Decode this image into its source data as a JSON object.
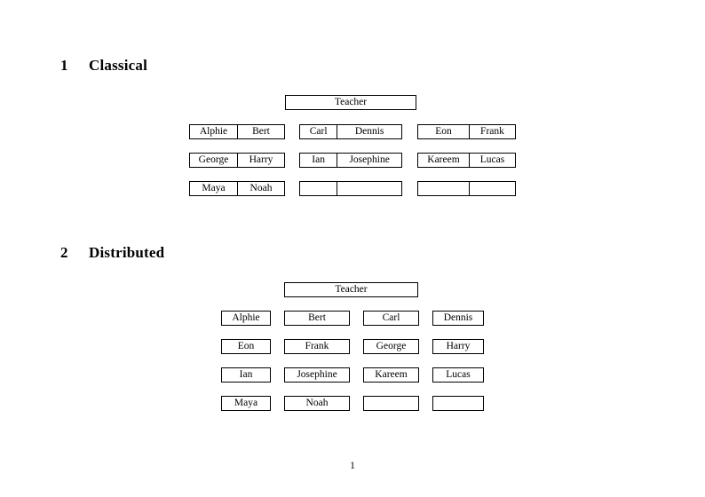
{
  "document": {
    "page_number": "1"
  },
  "sections": [
    {
      "number": "1",
      "title": "Classical",
      "root": {
        "label": "Teacher"
      },
      "groups": [
        {
          "rows": [
            {
              "cells": [
                "Alphie",
                "Bert"
              ]
            },
            {
              "cells": [
                "George",
                "Harry"
              ]
            },
            {
              "cells": [
                "Maya",
                "Noah"
              ]
            }
          ]
        },
        {
          "rows": [
            {
              "cells": [
                "Carl",
                "Dennis"
              ]
            },
            {
              "cells": [
                "Ian",
                "Josephine"
              ]
            },
            {
              "cells": [
                "",
                ""
              ]
            }
          ]
        },
        {
          "rows": [
            {
              "cells": [
                "Eon",
                "Frank"
              ]
            },
            {
              "cells": [
                "Kareem",
                "Lucas"
              ]
            },
            {
              "cells": [
                "",
                ""
              ]
            }
          ]
        }
      ]
    },
    {
      "number": "2",
      "title": "Distributed",
      "root": {
        "label": "Teacher"
      },
      "rows": [
        {
          "cells": [
            "Alphie",
            "Bert",
            "Carl",
            "Dennis"
          ]
        },
        {
          "cells": [
            "Eon",
            "Frank",
            "George",
            "Harry"
          ]
        },
        {
          "cells": [
            "Ian",
            "Josephine",
            "Kareem",
            "Lucas"
          ]
        },
        {
          "cells": [
            "Maya",
            "Noah",
            "",
            ""
          ]
        }
      ]
    }
  ]
}
